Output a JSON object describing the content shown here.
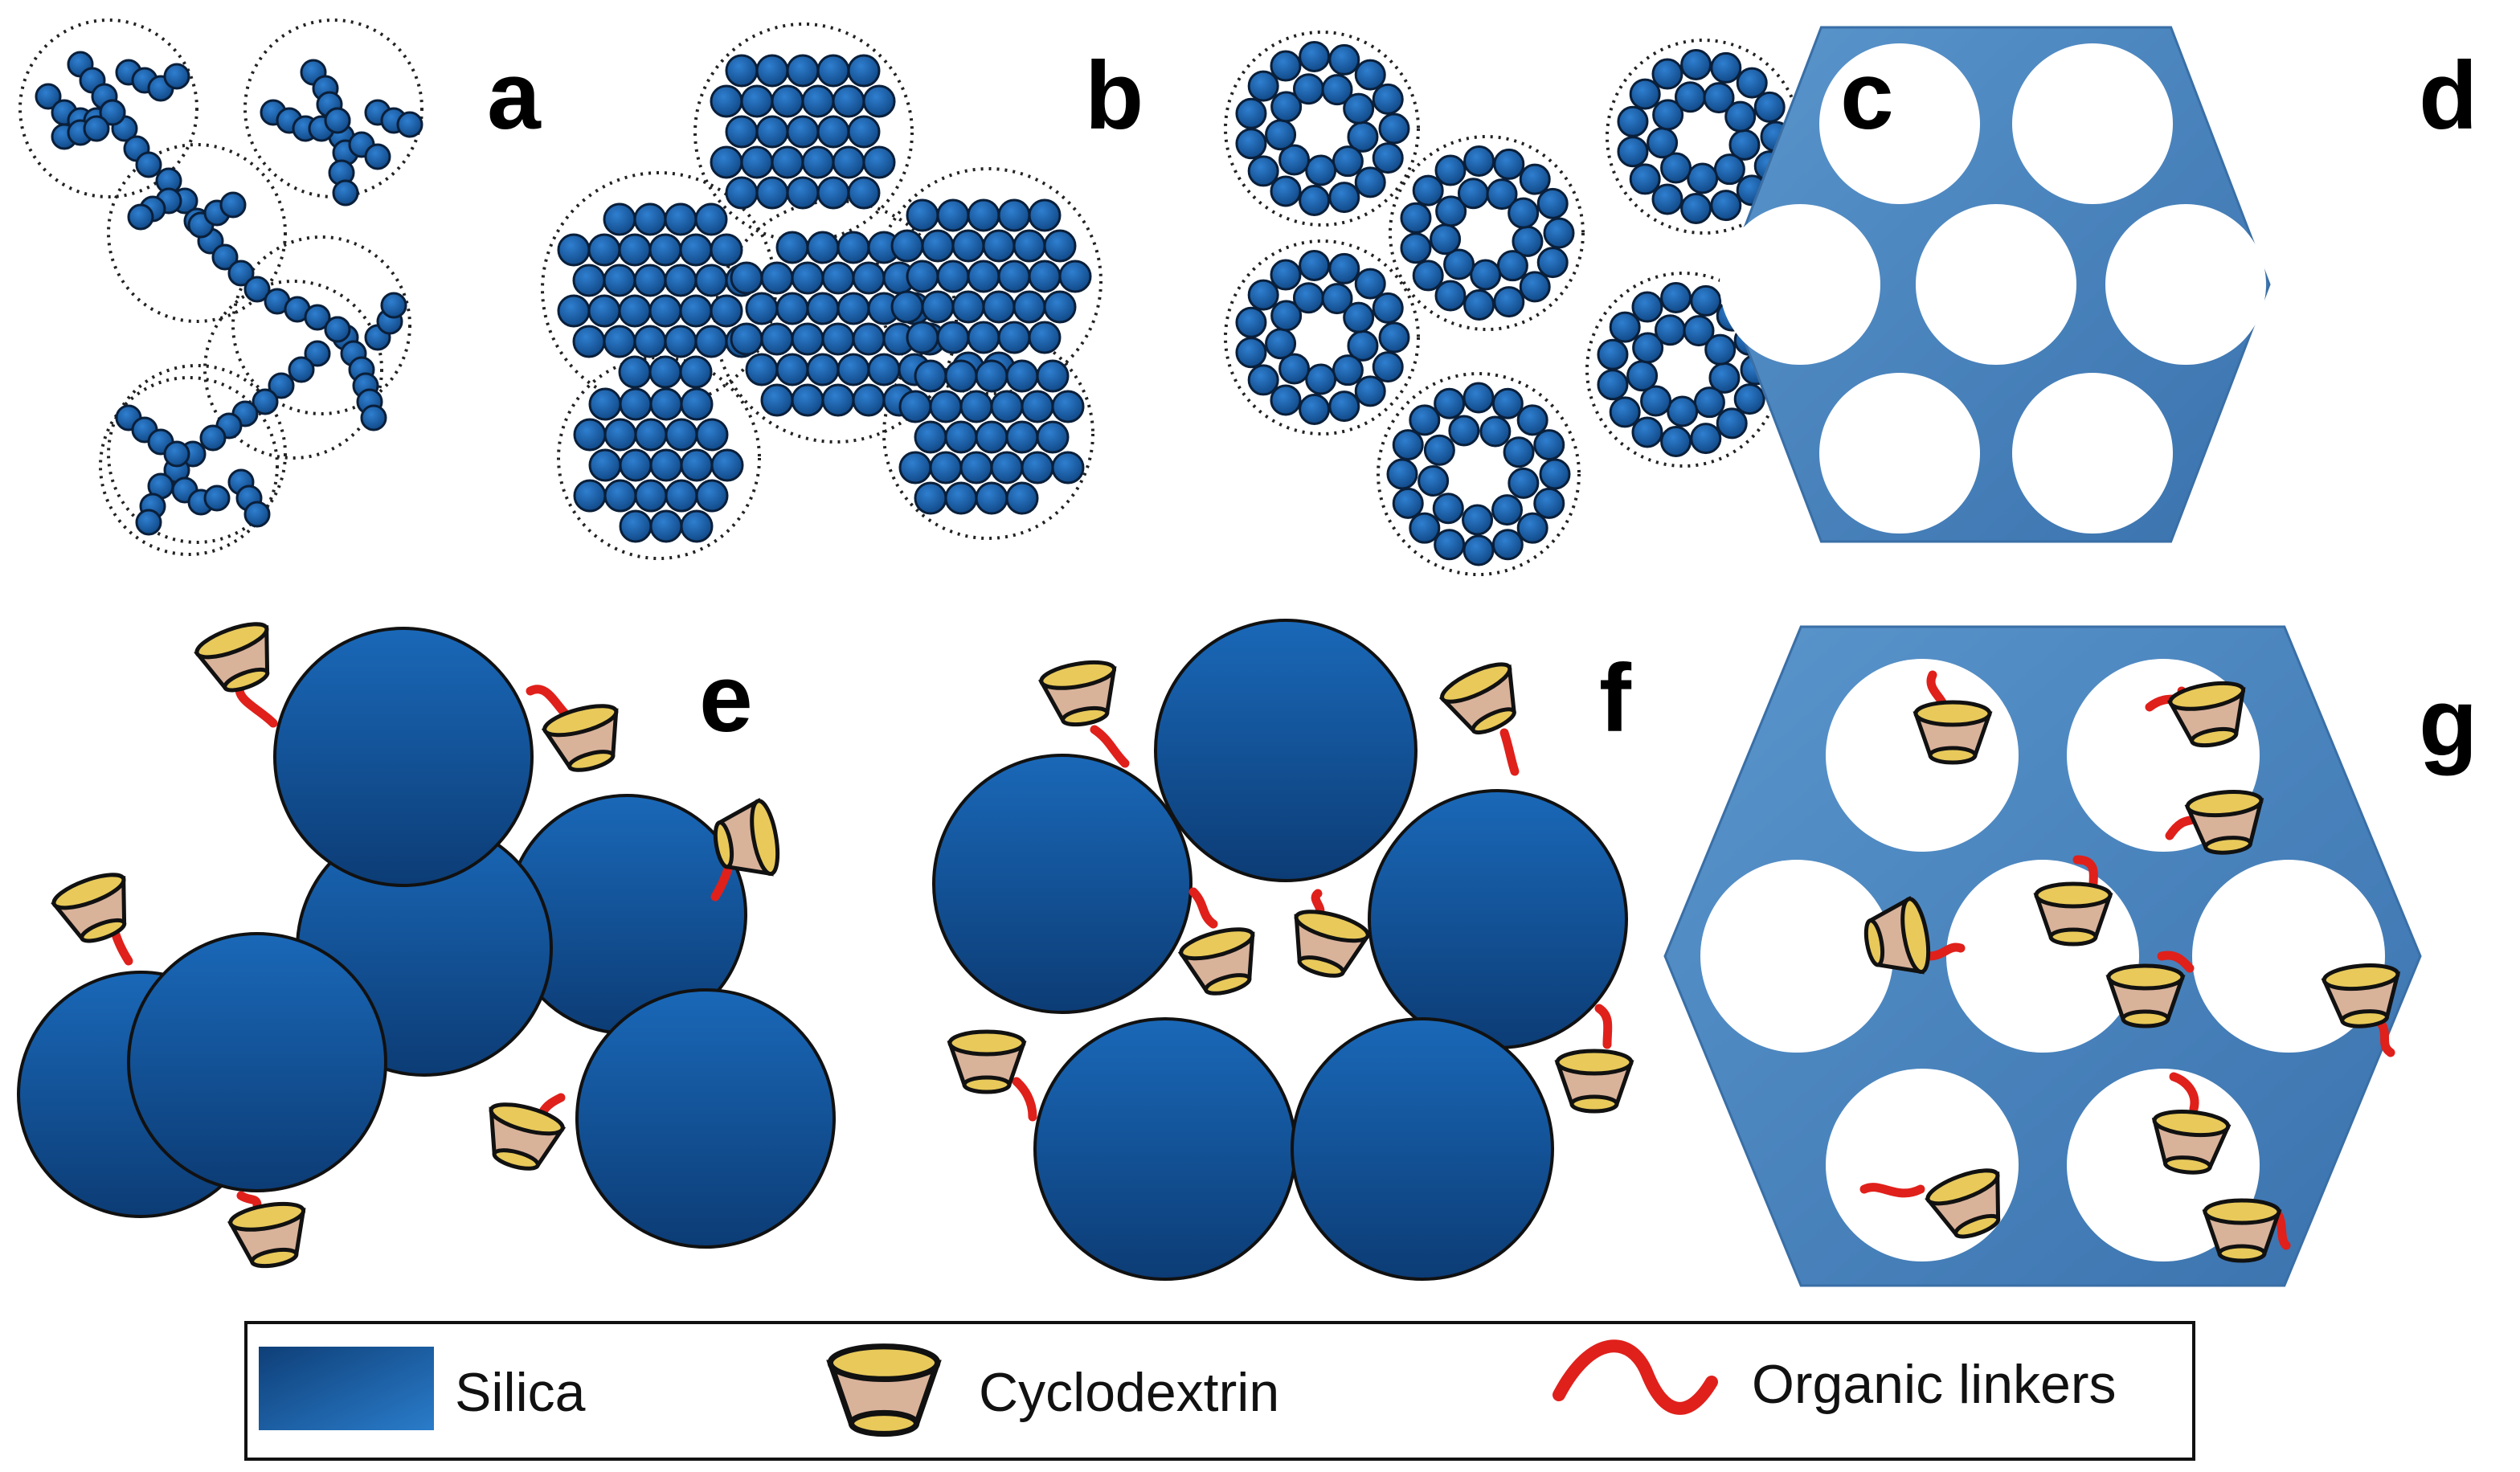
{
  "panels": [
    {
      "id": "a",
      "label": "a"
    },
    {
      "id": "b",
      "label": "b"
    },
    {
      "id": "c",
      "label": "c"
    },
    {
      "id": "d",
      "label": "d"
    },
    {
      "id": "e",
      "label": "e"
    },
    {
      "id": "f",
      "label": "f"
    },
    {
      "id": "g",
      "label": "g"
    }
  ],
  "legend": {
    "silica": "Silica",
    "cyclodextrin": "Cyclodextrin",
    "linkers": "Organic linkers"
  },
  "colors": {
    "silica_light": "#1d6fc0",
    "silica_dark": "#0d3f7a",
    "framework": "#4a86c0",
    "cd_body": "#d9b29a",
    "cd_rim": "#e8c95a",
    "linker": "#e0201b",
    "outline": "#111111"
  }
}
